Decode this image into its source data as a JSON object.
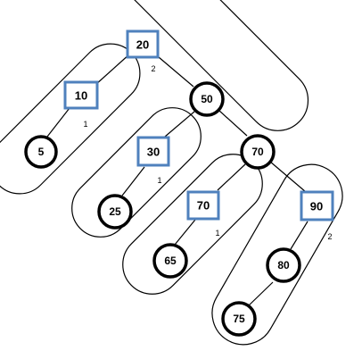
{
  "diagram": {
    "square_nodes": [
      {
        "label": "20",
        "count": "2"
      },
      {
        "label": "10",
        "count": "1"
      },
      {
        "label": "30",
        "count": "1"
      },
      {
        "label": "70",
        "count": "1"
      },
      {
        "label": "90",
        "count": "2"
      }
    ],
    "circle_nodes": [
      {
        "label": "50"
      },
      {
        "label": "70"
      },
      {
        "label": "5"
      },
      {
        "label": "25"
      },
      {
        "label": "65"
      },
      {
        "label": "80"
      },
      {
        "label": "75"
      }
    ]
  }
}
